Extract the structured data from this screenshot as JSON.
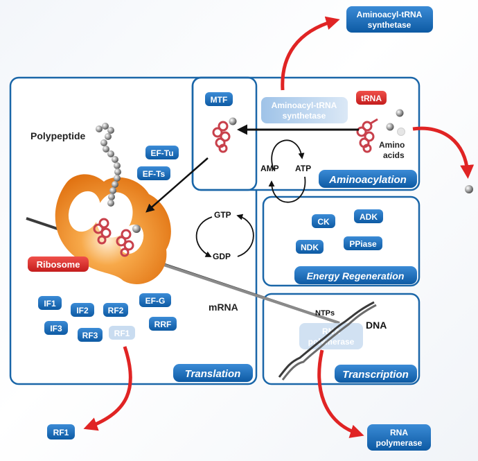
{
  "polypeptide_label": "Polypeptide",
  "ribosome_label": "Ribosome",
  "mrna_label": "mRNA",
  "dna_label": "DNA",
  "ntps_label": "NTPs",
  "amino_acids_label": "Amino\nacids",
  "amino_label_line1": "Amino",
  "amino_label_line2": "acids",
  "amp_label": "AMP",
  "atp_label": "ATP",
  "gtp_label": "GTP",
  "gdp_label": "GDP",
  "sections": {
    "translation": "Translation",
    "aminoacylation": "Aminoacylation",
    "energy_regeneration": "Energy Regeneration",
    "transcription": "Transcription"
  },
  "aminoacylation": {
    "mtf": "MTF",
    "trna": "tRNA",
    "synthetase_inner_line1": "Aminoacyl-tRNA",
    "synthetase_inner_line2": "synthetase"
  },
  "translation_factors": {
    "ef_tu": "EF-Tu",
    "ef_ts": "EF-Ts",
    "if1": "IF1",
    "if2": "IF2",
    "if3": "IF3",
    "rf2": "RF2",
    "rf3": "RF3",
    "rf1_faded": "RF1",
    "ef_g": "EF-G",
    "rrf": "RRF"
  },
  "energy_enzymes": {
    "ck": "CK",
    "adk": "ADK",
    "ndk": "NDK",
    "ppiase": "PPiase"
  },
  "transcription": {
    "rna_pol_inner_line1": "RNA",
    "rna_pol_inner_line2": "polymerase"
  },
  "removed": {
    "synthetase_line1": "Aminoacyl-tRNA",
    "synthetase_line2": "synthetase",
    "rf1": "RF1",
    "rna_pol_line1": "RNA",
    "rna_pol_line2": "polymerase"
  },
  "colors": {
    "box_stroke": "#1a66a8",
    "label_blue": "#1d6fb8",
    "label_red": "#d62a2a",
    "arrow_red": "#e02424",
    "ribosome_orange": "#f08a1e",
    "trna_red": "#c8404b"
  }
}
